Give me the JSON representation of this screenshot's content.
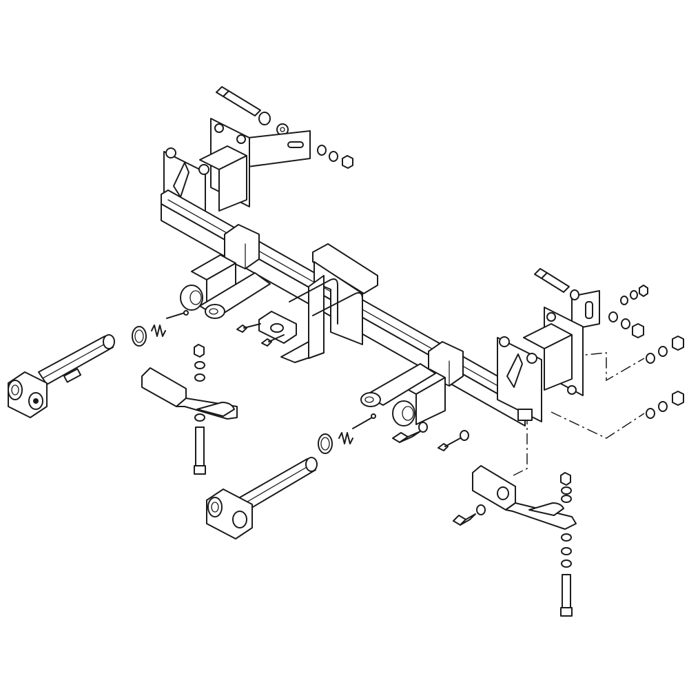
{
  "diagram": {
    "line_color": "#1a1a1a",
    "background": "#ffffff",
    "parts": [
      "crossbar",
      "mount-bracket",
      "receiver-tube",
      "tow-arm",
      "hitch-pin",
      "spring",
      "retaining-ring",
      "safety-cable-bracket",
      "u-bolt",
      "bolt",
      "nut",
      "washer"
    ]
  }
}
